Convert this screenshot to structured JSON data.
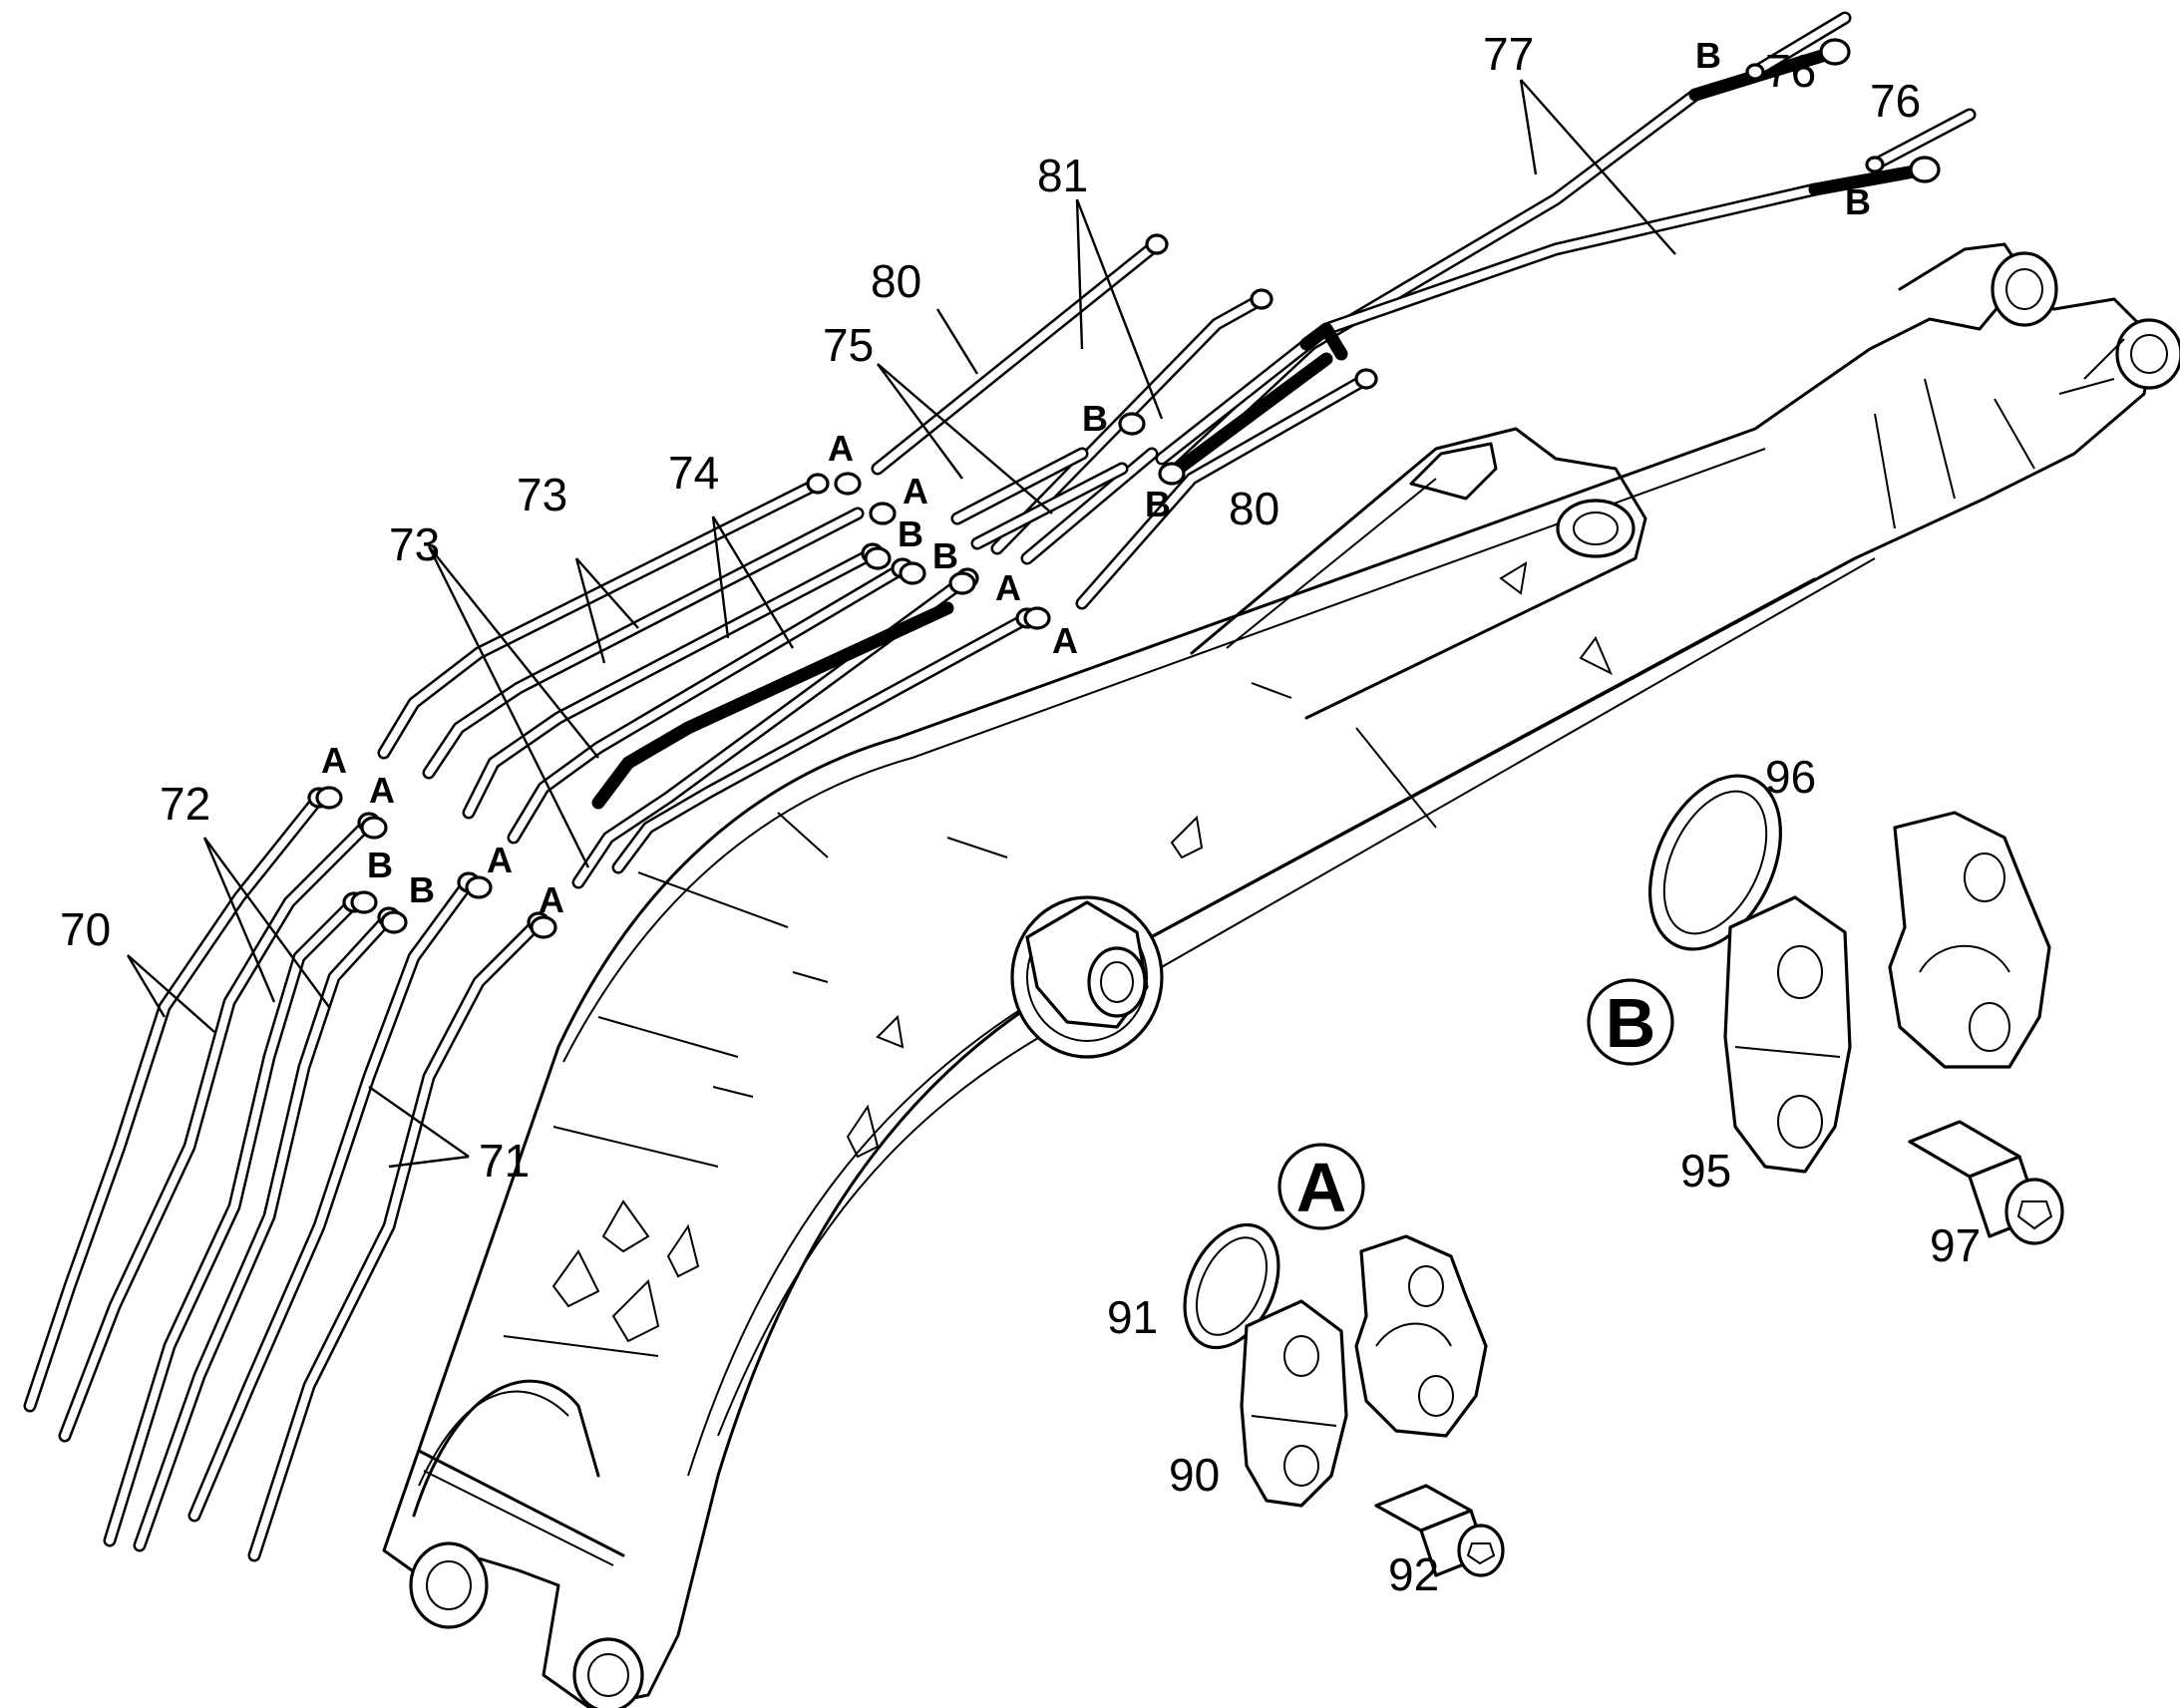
{
  "callouts": {
    "n70": "70",
    "n71": "71",
    "n72": "72",
    "n73a": "73",
    "n73b": "73",
    "n74": "74",
    "n75": "75",
    "n76a": "76",
    "n76b": "76",
    "n77": "77",
    "n80a": "80",
    "n80b": "80",
    "n81": "81",
    "n90": "90",
    "n91": "91",
    "n92": "92",
    "n95": "95",
    "n96": "96",
    "n97": "97"
  },
  "port_labels": {
    "a": "A",
    "b": "B"
  },
  "detail_views": {
    "a": "A",
    "b": "B"
  }
}
